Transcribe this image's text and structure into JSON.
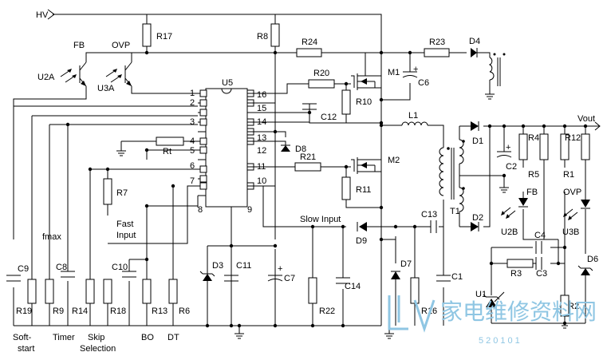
{
  "labels": {
    "hv": "HV",
    "vout": "Vout",
    "fb_opto": "FB",
    "ovp_opto": "OVP",
    "u2a": "U2A",
    "u3a": "U3A",
    "u5": "U5",
    "m1": "M1",
    "m2": "M2",
    "l1": "L1",
    "t1": "T1",
    "u1": "U1",
    "u2b": "U2B",
    "u3b": "U3B",
    "fb_right": "FB",
    "ovp_right": "OVP",
    "fmax": "fmax",
    "fast_input_1": "Fast",
    "fast_input_2": "Input",
    "slow_input": "Slow Input"
  },
  "pins": {
    "p1": "1",
    "p2": "2",
    "p3": "3",
    "p4": "4",
    "p5": "5",
    "p6": "6",
    "p7": "7",
    "p8": "8",
    "p9": "9",
    "p10": "10",
    "p11": "11",
    "p12": "12",
    "p13": "13",
    "p14": "14",
    "p15": "15",
    "p16": "16"
  },
  "resistors": {
    "r1": "R1",
    "r2": "R2",
    "r3": "R3",
    "r4": "R4",
    "r5": "R5",
    "r6": "R6",
    "r7": "R7",
    "r8": "R8",
    "r9": "R9",
    "r10": "R10",
    "r11": "R11",
    "r12": "R12",
    "r13": "R13",
    "r14": "R14",
    "r16": "R16",
    "r17": "R17",
    "r18": "R18",
    "r19": "R19",
    "r20": "R20",
    "r21": "R21",
    "r22": "R22",
    "r23": "R23",
    "r24": "R24",
    "rt": "Rt"
  },
  "capacitors": {
    "c1": "C1",
    "c2": "C2",
    "c3": "C3",
    "c4": "C4",
    "c6": "C6",
    "c7": "C7",
    "c8": "C8",
    "c9": "C9",
    "c10": "C10",
    "c11": "C11",
    "c12": "C12",
    "c13": "C13",
    "c14": "C14"
  },
  "diodes": {
    "d1": "D1",
    "d2": "D2",
    "d3": "D3",
    "d4": "D4",
    "d6": "D6",
    "d7": "D7",
    "d8": "D8",
    "d9": "D9"
  },
  "bottom_labels": {
    "soft_1": "Soft-",
    "soft_2": "start",
    "timer": "Timer",
    "skip_1": "Skip",
    "skip_2": "Selection",
    "bo": "BO",
    "dt": "DT"
  },
  "watermark": {
    "text": "家电维修资料网",
    "url": "520101"
  },
  "colors": {
    "line": "#000000",
    "watermark": "#8fc6e3"
  }
}
